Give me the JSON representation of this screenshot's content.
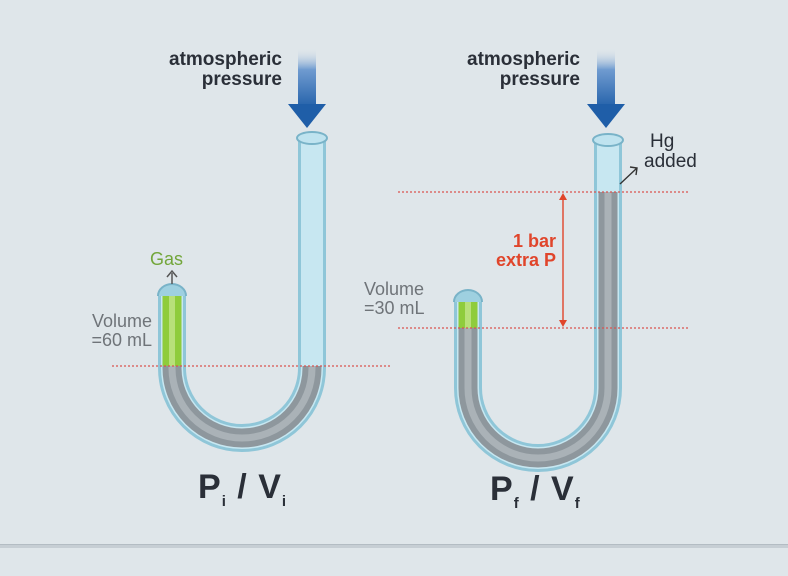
{
  "left_tube": {
    "pressure_label": [
      "atmospheric",
      "pressure"
    ],
    "gas_label": "Gas",
    "volume_label": [
      "Volume",
      "=60 mL"
    ],
    "caption": {
      "p": "P",
      "p_sub": "i",
      "sep": " / ",
      "v": "V",
      "v_sub": "i"
    }
  },
  "right_tube": {
    "pressure_label": [
      "atmospheric",
      "pressure"
    ],
    "hg_label": [
      "Hg",
      "added"
    ],
    "extra_label": [
      "1 bar",
      "extra P"
    ],
    "volume_label": [
      "Volume",
      "=30 mL"
    ],
    "caption": {
      "p": "P",
      "p_sub": "f",
      "sep": " / ",
      "v": "V",
      "v_sub": "f"
    }
  },
  "colors": {
    "background": "#dfe6ea",
    "tube_glass": "#9ecfe0",
    "mercury": "#8e979d",
    "gas": "#8fcc3c",
    "arrow": "#1f5ea8",
    "guide_line": "#d9534f",
    "bracket": "#e0452b"
  }
}
